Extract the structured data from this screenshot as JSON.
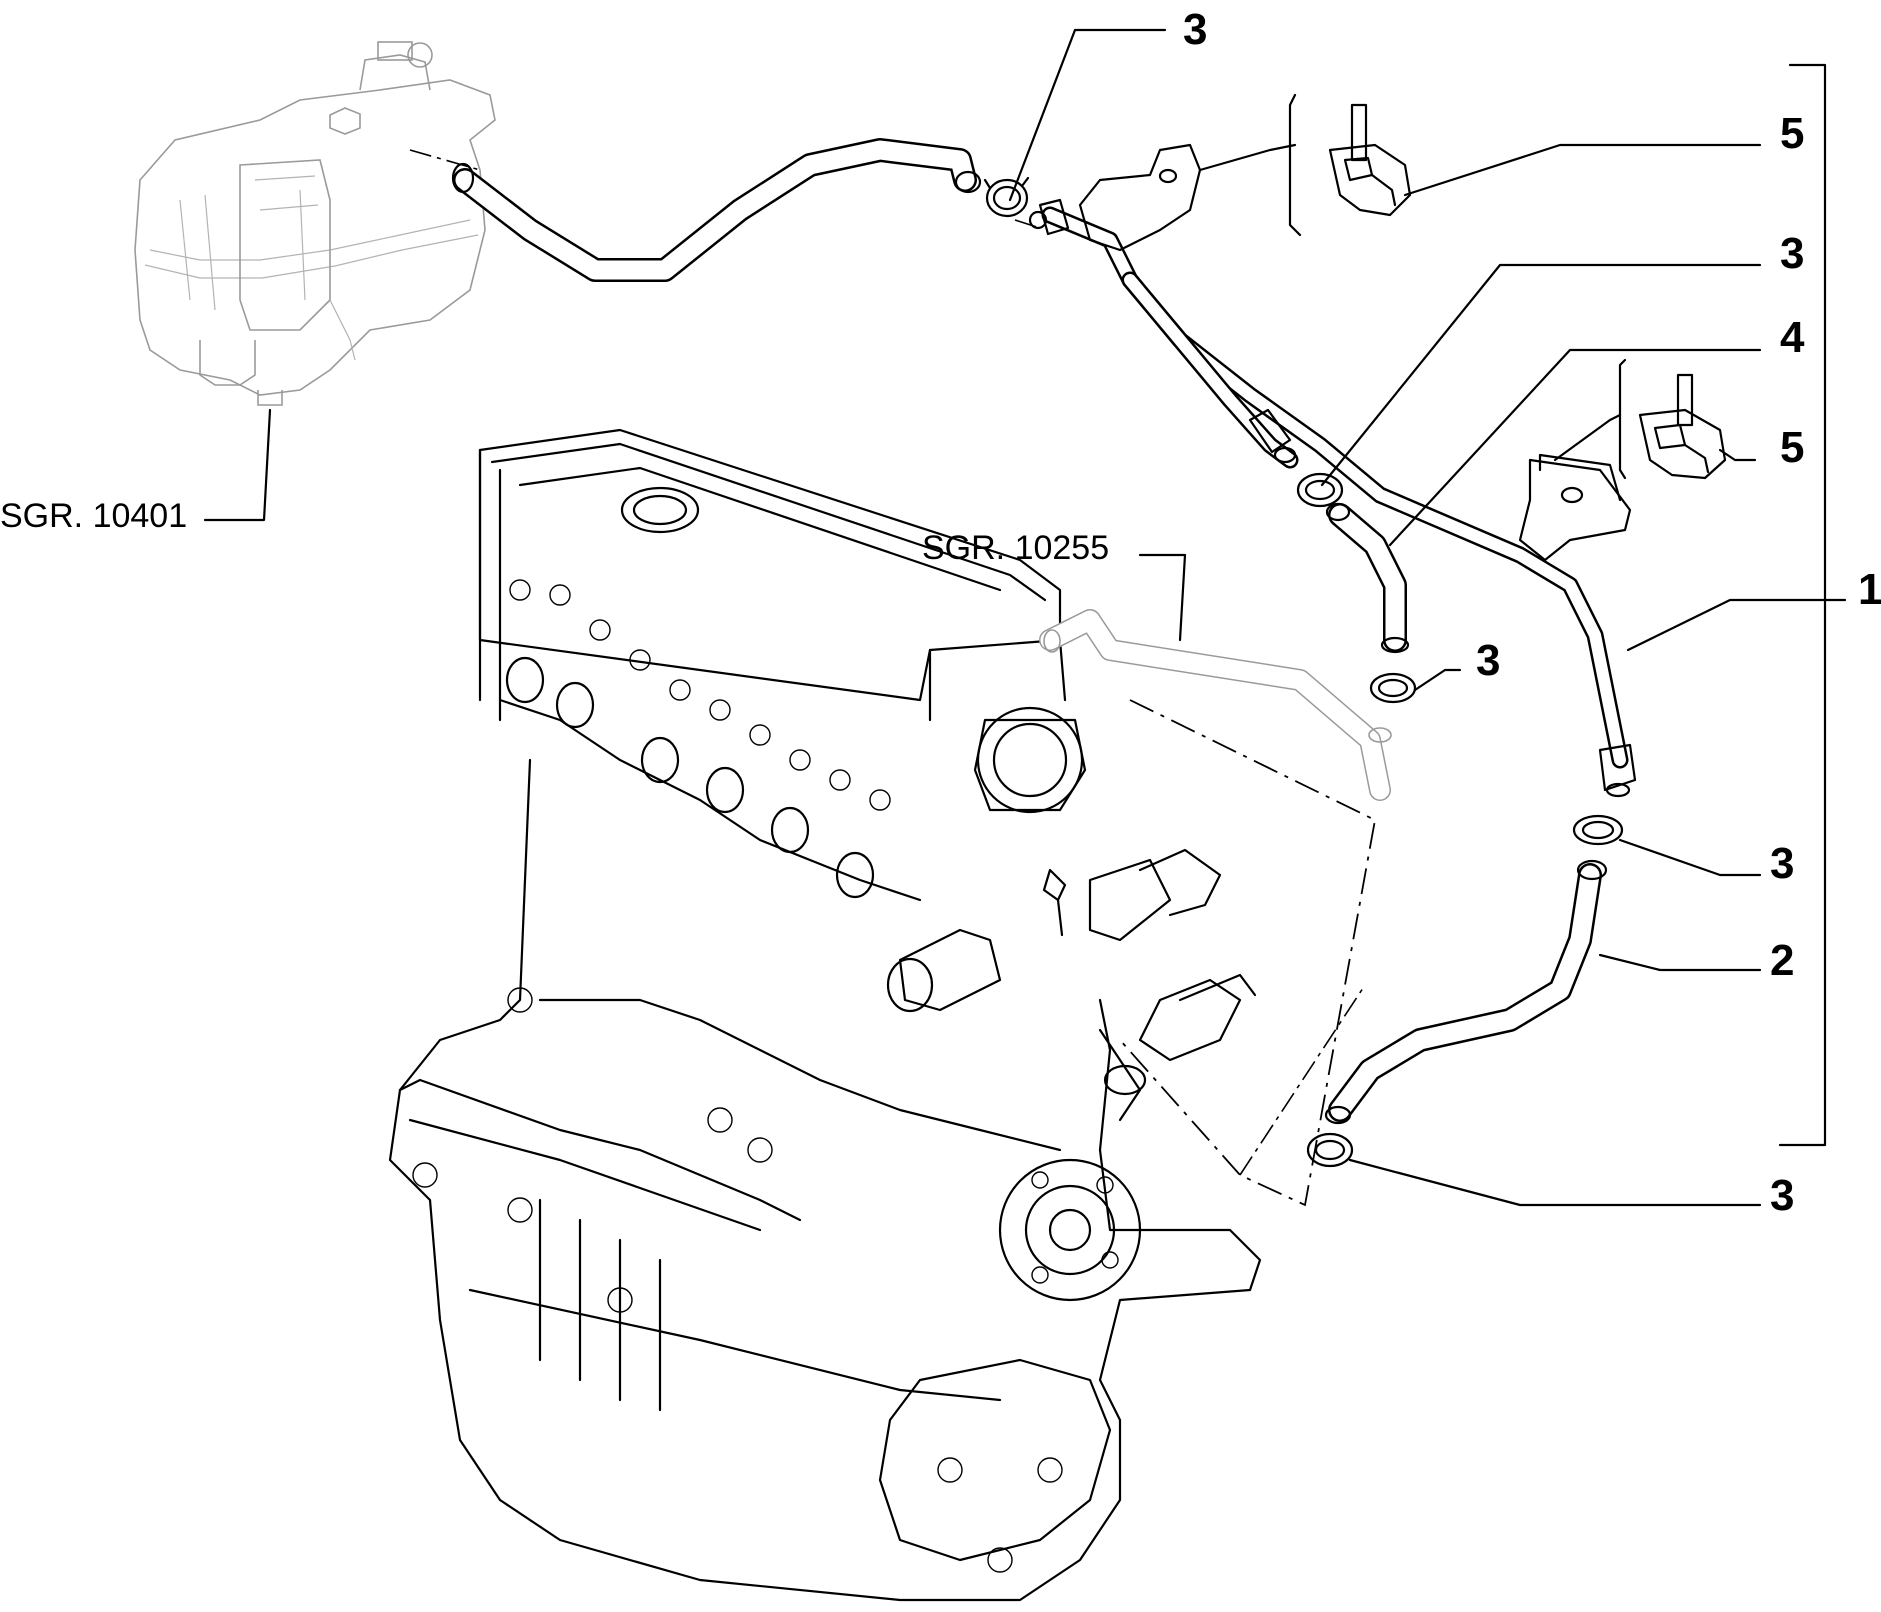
{
  "callouts": [
    {
      "id": "c3a",
      "label": "3"
    },
    {
      "id": "c5a",
      "label": "5"
    },
    {
      "id": "c3b",
      "label": "3"
    },
    {
      "id": "c4",
      "label": "4"
    },
    {
      "id": "c5b",
      "label": "5"
    },
    {
      "id": "c1",
      "label": "1"
    },
    {
      "id": "c3c",
      "label": "3"
    },
    {
      "id": "c3d",
      "label": "3"
    },
    {
      "id": "c2",
      "label": "2"
    },
    {
      "id": "c3e",
      "label": "3"
    }
  ],
  "references": {
    "expansion_tank": "SGR. 10401",
    "coolant_pipe": "SGR. 10255"
  }
}
